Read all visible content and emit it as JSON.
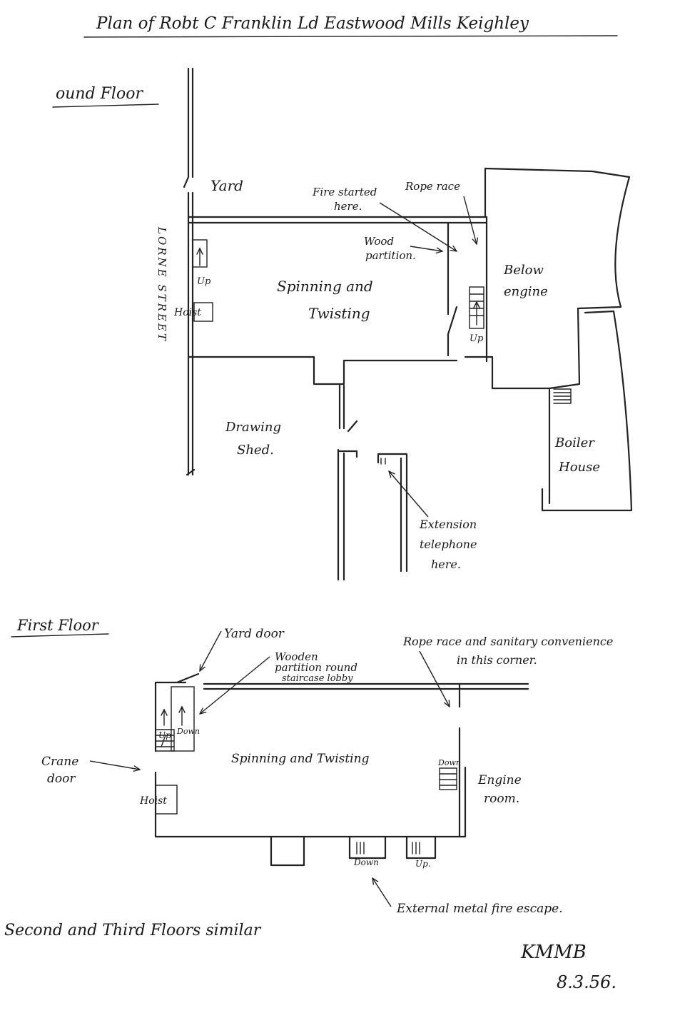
{
  "title": "Plan of Robt C Franklin Ld Eastwood Mills Keighley",
  "ground_floor": {
    "heading": "ound Floor",
    "street": "LORNE STREET",
    "yard": "Yard",
    "fire_started": [
      "Fire started",
      "here."
    ],
    "rope_race": "Rope race",
    "wood_partition": [
      "Wood",
      "partition."
    ],
    "below_engine": [
      "Below",
      "engine"
    ],
    "spinning": [
      "Spinning and",
      "Twisting"
    ],
    "hoist": "Hoist",
    "up_left": "Up",
    "up_right": "Up",
    "drawing_shed": [
      "Drawing",
      "Shed."
    ],
    "boiler_house": [
      "Boiler",
      "House"
    ],
    "extension_telephone": [
      "Extension",
      "telephone",
      "here."
    ]
  },
  "first_floor": {
    "heading": "First Floor",
    "yard_door": "Yard door",
    "wooden_partition": [
      "Wooden",
      "partition round",
      "staircase lobby"
    ],
    "rope_race_corner": [
      "Rope race and sanitary convenience",
      "in this corner."
    ],
    "crane_door": [
      "Crane",
      "door"
    ],
    "spinning": "Spinning and Twisting",
    "down_stair": "Down",
    "up_stair": "Up",
    "engine_room": [
      "Engine",
      "room."
    ],
    "engine_down": "Down",
    "hoist": "Hoist",
    "fire_escape_down": "Down",
    "fire_escape_up": "Up.",
    "fire_escape": "External metal fire escape."
  },
  "footer": {
    "similar": "Second and Third Floors similar",
    "initials": "KMMB",
    "date": "8.3.56."
  }
}
